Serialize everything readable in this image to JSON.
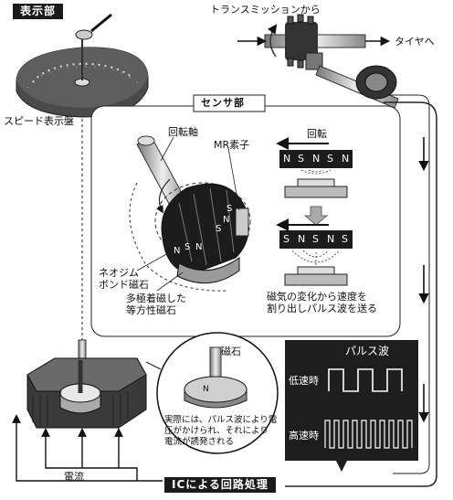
{
  "labels": {
    "display_section": "表示部",
    "speed_display": "スピード表示盤",
    "from_transmission": "トランスミッションから",
    "to_tire": "タイヤへ",
    "sensor_section": "センサ部",
    "rotation_shaft": "回転軸",
    "mr_element": "MR素子",
    "rotation": "回転",
    "neodymium_magnet": "ネオジム\nボンド磁石",
    "multipole_magnet": "多極着磁した\n等方性磁石",
    "magnetic_change": "磁気の変化から速度を\n割り出しパルス波を送る",
    "pulse_wave": "パルス波",
    "low_speed": "低速時",
    "high_speed": "高速時",
    "magnet": "磁石",
    "pulse_explain": "実際には、パルス波により電\n圧がかけられ、それにより\n電流が誘発される",
    "current": "電流",
    "ic_processing": "ICによる回路処理"
  },
  "magnet_strips": {
    "top": [
      "N",
      "S",
      "N",
      "S",
      "N"
    ],
    "bottom": [
      "S",
      "N",
      "S",
      "N",
      "S"
    ]
  },
  "ring_poles": [
    "N",
    "S",
    "N",
    "S",
    "N",
    "S"
  ],
  "coin_pole": "N",
  "colors": {
    "panel": "#1e1e1e",
    "gray": "#9a9a9a",
    "light": "#d8d8d8"
  }
}
